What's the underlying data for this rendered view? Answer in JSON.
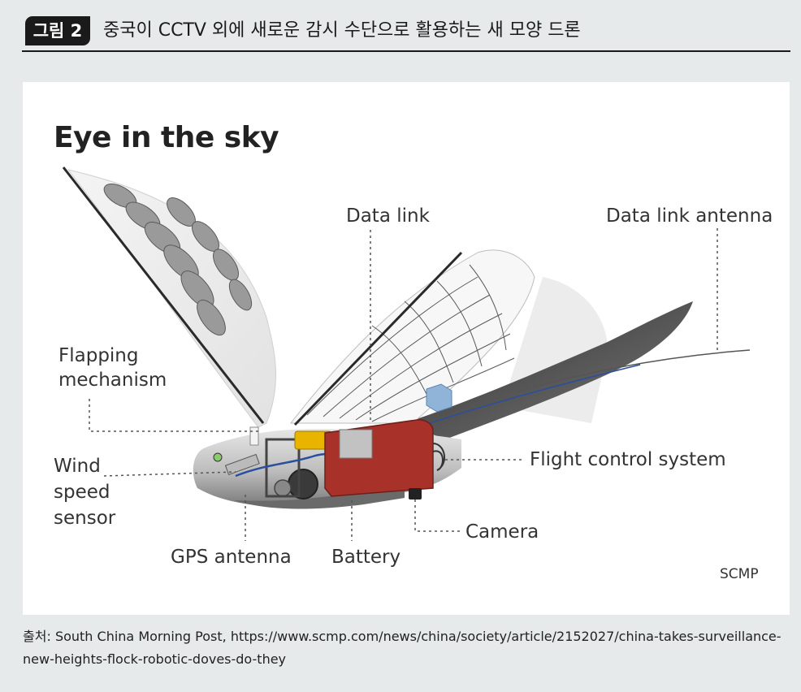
{
  "figure": {
    "badge": "그림 2",
    "title": "중국이 CCTV 외에 새로운 감시 수단으로 활용하는 새 모양 드론"
  },
  "diagram": {
    "title": "Eye in the sky",
    "labels": {
      "data_link": "Data link",
      "data_link_antenna": "Data link antenna",
      "flapping_1": "Flapping",
      "flapping_2": "mechanism",
      "wind_1": "Wind",
      "wind_2": "speed",
      "wind_3": "sensor",
      "flight_control": "Flight control system",
      "camera": "Camera",
      "gps": "GPS antenna",
      "battery": "Battery"
    },
    "credit": "SCMP",
    "colors": {
      "body_dark": "#4a4a4a",
      "body_light": "#d8d8d8",
      "battery_red": "#a8322a",
      "battery_yellow": "#e8b400",
      "data_link_blue": "#8fb4d8",
      "wire_blue": "#2a4f9e"
    }
  },
  "source": {
    "prefix": "출처:",
    "text": "South China Morning Post, https://www.scmp.com/news/china/society/article/2152027/china-takes-surveillance-new-heights-flock-robotic-doves-do-they"
  }
}
